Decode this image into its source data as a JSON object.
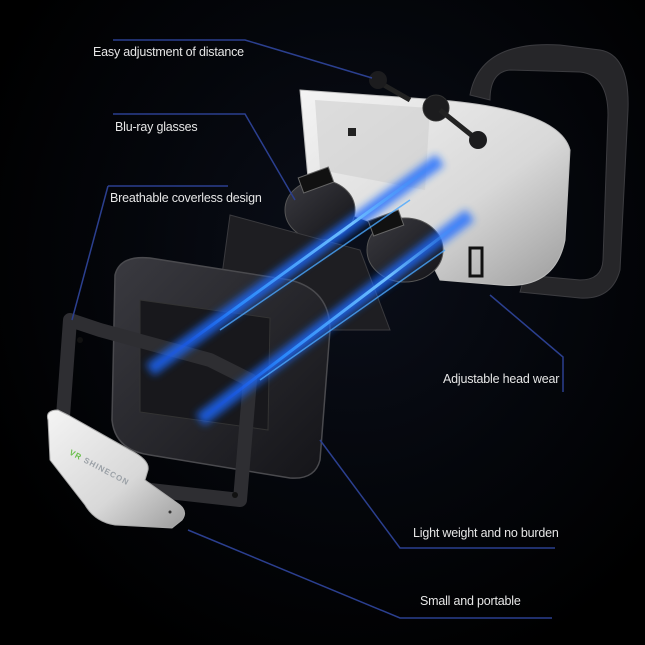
{
  "product": {
    "brand_prefix": "VR",
    "brand_name": "SHINECON"
  },
  "callouts": [
    {
      "id": "distance",
      "label": "Easy adjustment of distance"
    },
    {
      "id": "glasses",
      "label": "Blu-ray glasses"
    },
    {
      "id": "breathable",
      "label": "Breathable coverless design"
    },
    {
      "id": "headwear",
      "label": "Adjustable head wear"
    },
    {
      "id": "lightweight",
      "label": "Light weight and no burden"
    },
    {
      "id": "portable",
      "label": "Small and portable"
    }
  ],
  "colors": {
    "background": "#000000",
    "callout_line": "#2b3f8f",
    "label_text": "#e6e6e6",
    "beam": "#1e7bff",
    "shell_white": "#e8e8e8",
    "frame_dark": "#2a2a2e",
    "brand_green": "#6abf4b"
  }
}
